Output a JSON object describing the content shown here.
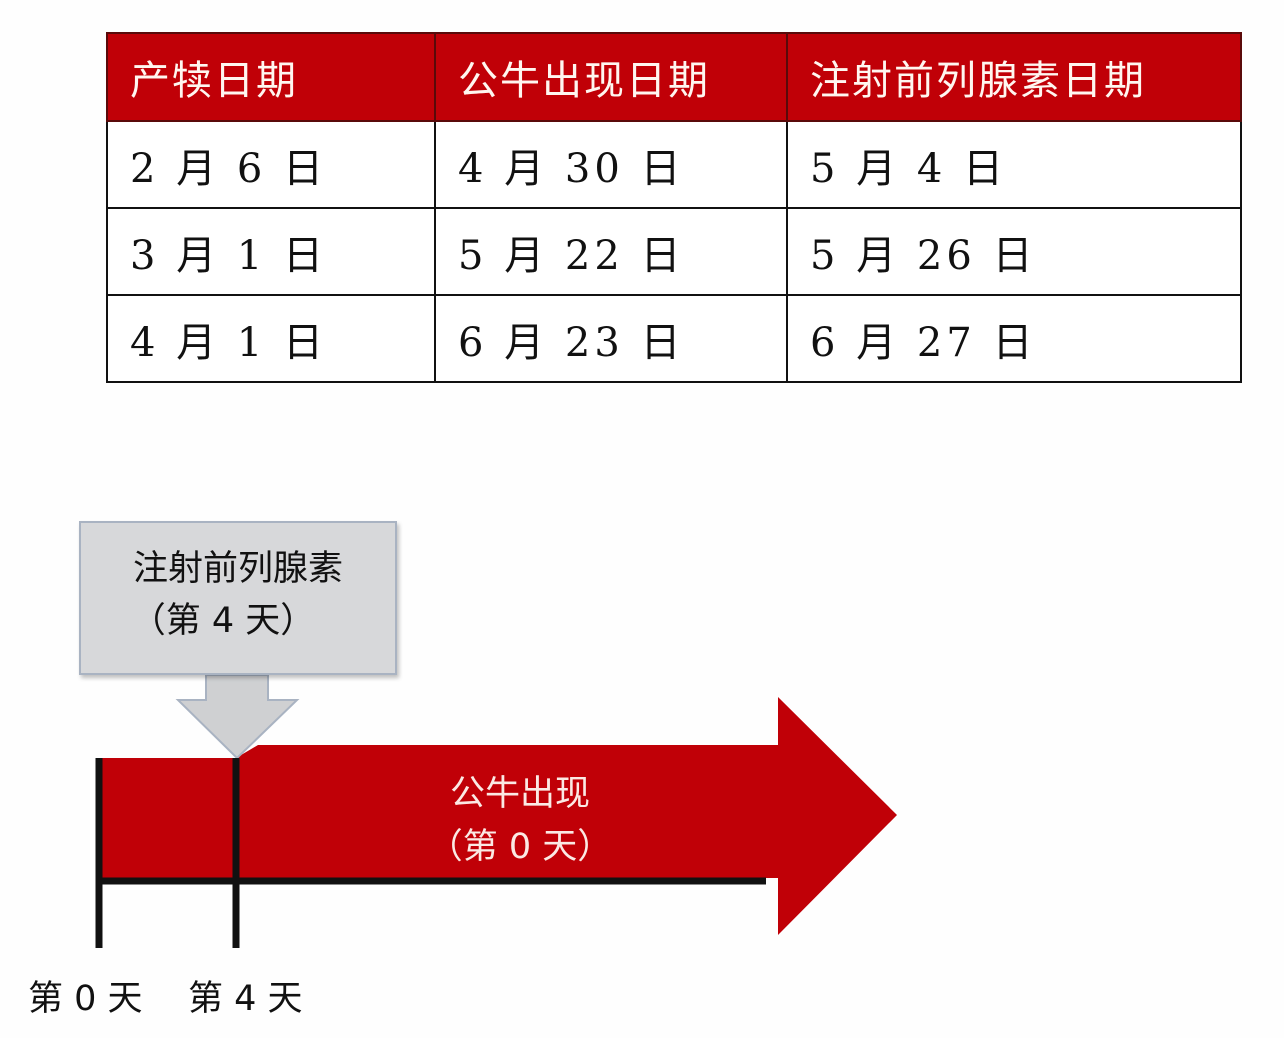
{
  "table": {
    "headers": [
      "产犊日期",
      "公牛出现日期",
      "注射前列腺素日期"
    ],
    "rows": [
      [
        "2 月 6 日",
        "4 月 30 日",
        "5 月 4 日"
      ],
      [
        "3 月 1 日",
        "5 月 22 日",
        "5 月 26 日"
      ],
      [
        "4 月 1 日",
        "6 月 23 日",
        "6 月 27 日"
      ]
    ],
    "header_color": "#c00007"
  },
  "diagram": {
    "callout": {
      "line1": "注射前列腺素",
      "line2": "（第 4 天）"
    },
    "arrow": {
      "line1": "公牛出现",
      "line2": "（第 0 天）",
      "color": "#c00007"
    },
    "timeline_labels": [
      "第 0 天",
      "第 4 天"
    ]
  }
}
